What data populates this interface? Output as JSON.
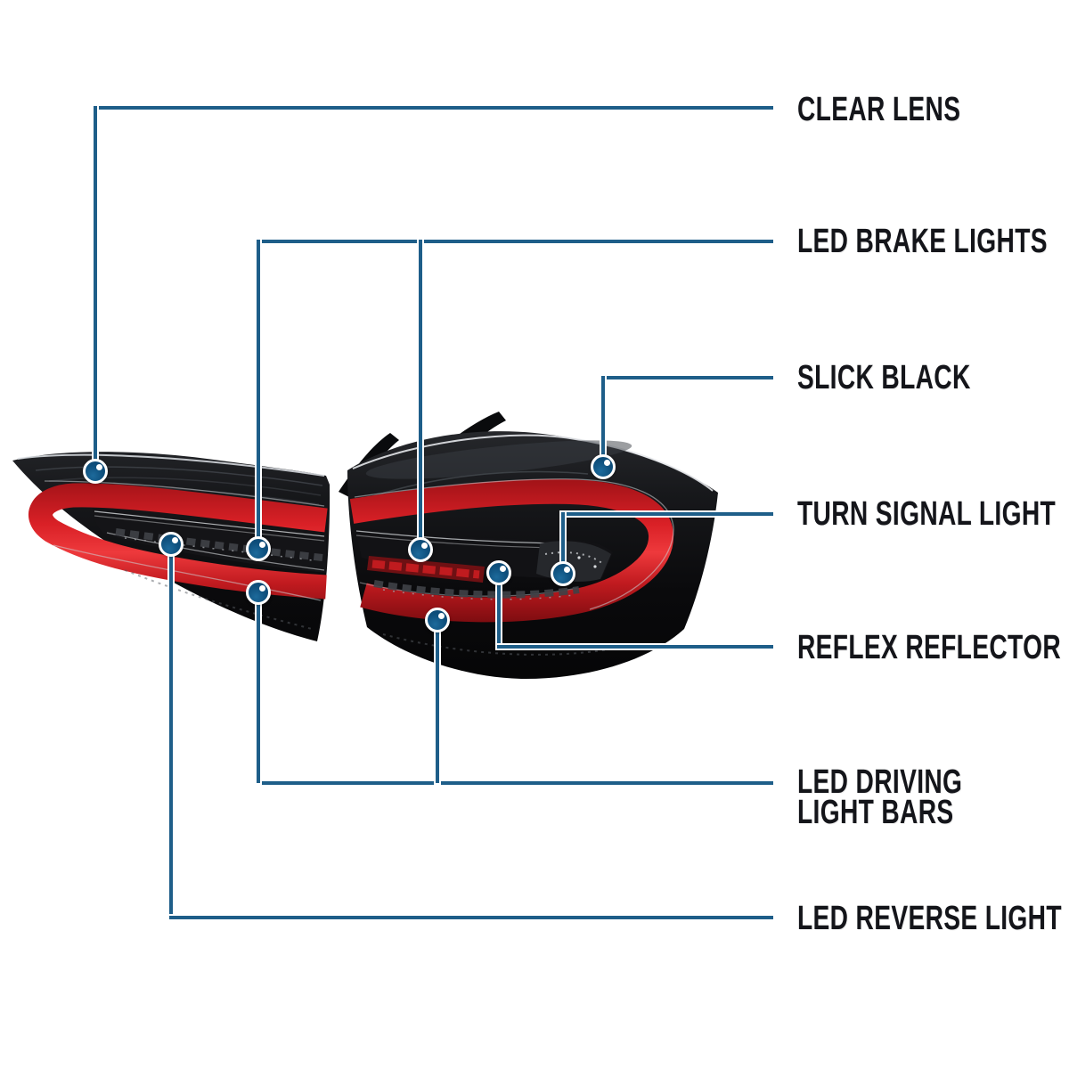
{
  "diagram": {
    "subject": "pair of gloss black LED tail lights with red LED light bars, annotated product feature diagram",
    "background_color": "#ffffff",
    "callout_line_color": "#1e5e89",
    "marker_fill_color": "#0e4f7c",
    "marker_ring_color": "#ffffff",
    "label_text_color": "#14151a",
    "lamp_red_color": "#d92026",
    "lamp_black_color": "#0a0a0c",
    "callouts": [
      {
        "id": "clear-lens",
        "label": "CLEAR LENS"
      },
      {
        "id": "led-brake-lights",
        "label": "LED BRAKE LIGHTS"
      },
      {
        "id": "slick-black",
        "label": "SLICK BLACK"
      },
      {
        "id": "turn-signal-light",
        "label": "TURN SIGNAL LIGHT"
      },
      {
        "id": "reflex-reflector",
        "label": "REFLEX REFLECTOR"
      },
      {
        "id": "led-driving-light-bars",
        "label": "LED DRIVING LIGHT BARS",
        "line1": "LED DRIVING",
        "line2": "LIGHT BARS"
      },
      {
        "id": "led-reverse-light",
        "label": "LED REVERSE LIGHT"
      }
    ]
  }
}
